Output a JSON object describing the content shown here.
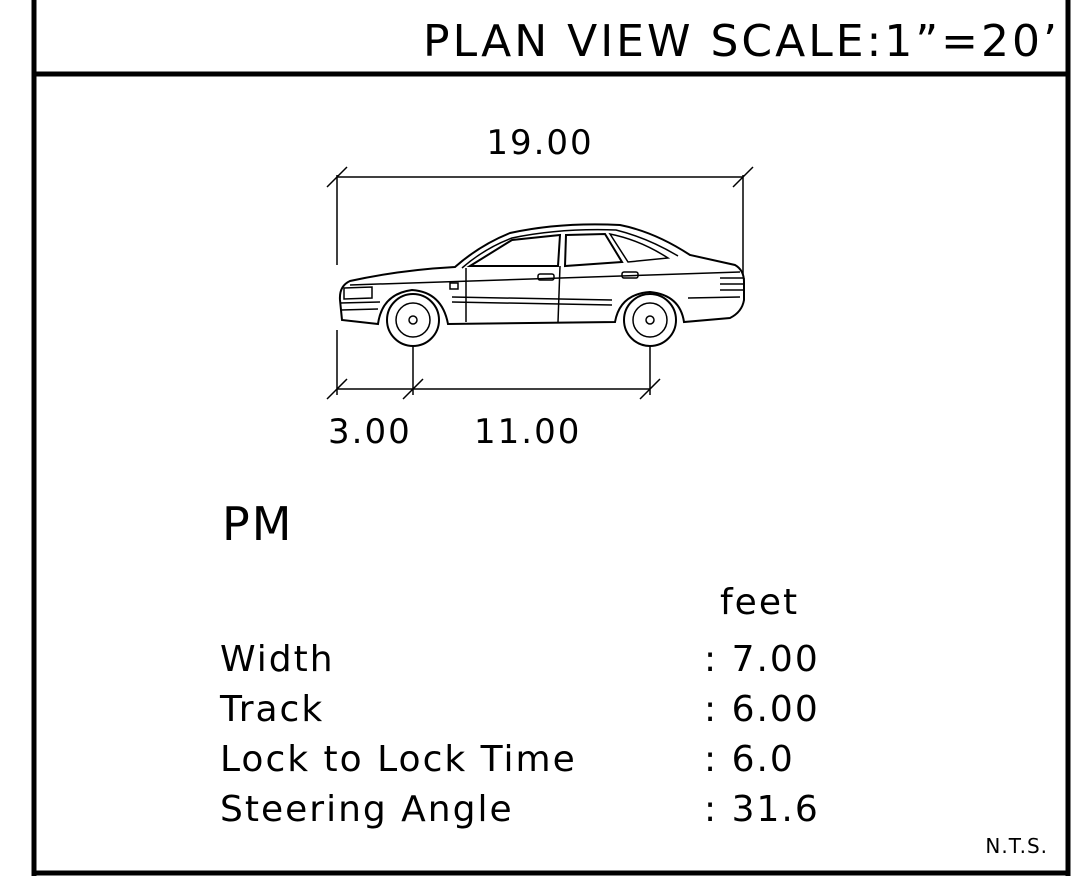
{
  "header": {
    "title": "PLAN VIEW SCALE:1”=20’"
  },
  "dimensions": {
    "overall_length": "19.00",
    "front_overhang": "3.00",
    "wheelbase": "11.00"
  },
  "vehicle": {
    "name": "PM"
  },
  "specs": {
    "unit": "feet",
    "rows": [
      {
        "label": "Width",
        "value": ": 7.00"
      },
      {
        "label": "Track",
        "value": ": 6.00"
      },
      {
        "label": "Lock to Lock Time",
        "value": ": 6.0"
      },
      {
        "label": "Steering Angle",
        "value": ": 31.6"
      }
    ]
  },
  "note": "N.T.S."
}
